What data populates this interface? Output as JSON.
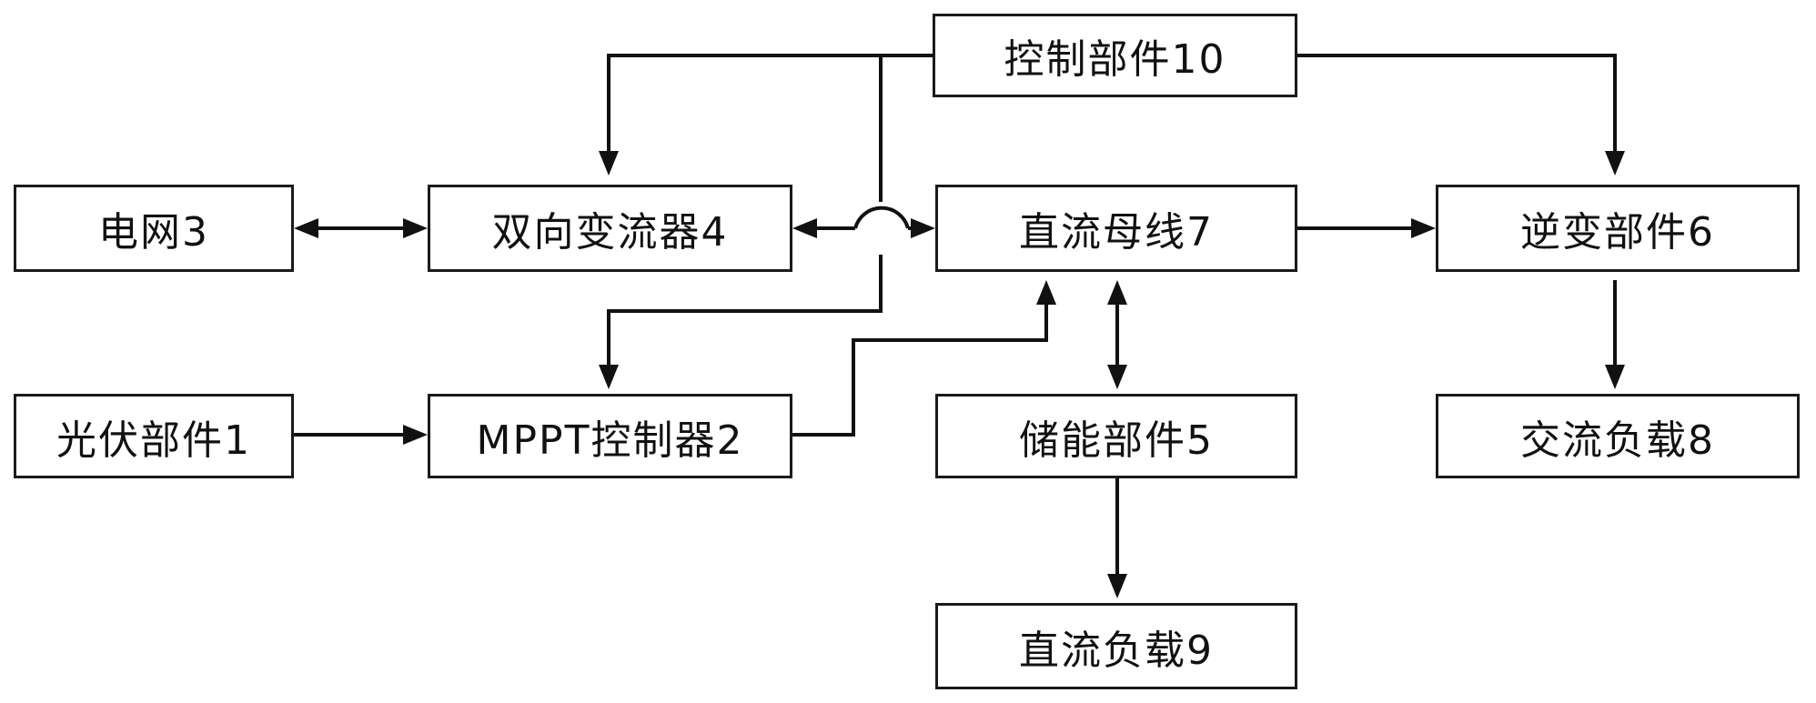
{
  "blocks": {
    "control": {
      "label": "控制部件10"
    },
    "grid": {
      "label": "电网3"
    },
    "bidirectional_converter": {
      "label": "双向变流器4"
    },
    "dc_bus": {
      "label": "直流母线7"
    },
    "inverter": {
      "label": "逆变部件6"
    },
    "pv": {
      "label": "光伏部件1"
    },
    "mppt": {
      "label": "MPPT控制器2"
    },
    "storage": {
      "label": "储能部件5"
    },
    "ac_load": {
      "label": "交流负载8"
    },
    "dc_load": {
      "label": "直流负载9"
    }
  },
  "colors": {
    "line": "#111111",
    "box_border": "#1a1a1a",
    "background": "#ffffff"
  }
}
